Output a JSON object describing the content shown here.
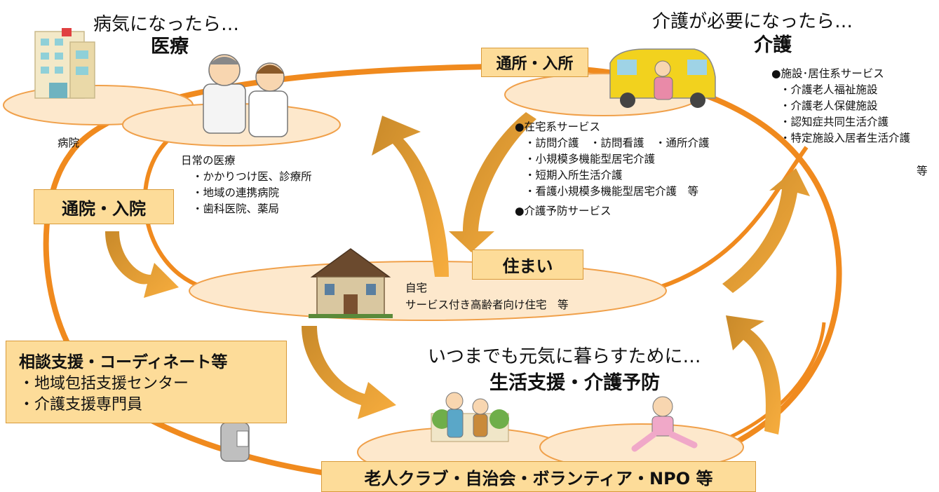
{
  "medical": {
    "heading": "病気になったら…",
    "title": "医療",
    "hospital_label": "病院",
    "daily_heading": "日常の医療",
    "daily_items": [
      "・かかりつけ医、診療所",
      "・地域の連携病院",
      "・歯科医院、薬局"
    ]
  },
  "care": {
    "heading": "介護が必要になったら…",
    "title": "介護",
    "facility_heading": "●施設･居住系サービス",
    "facility_items": [
      "・介護老人福祉施設",
      "・介護老人保健施設",
      "・認知症共同生活介護",
      "・特定施設入居者生活介護"
    ],
    "facility_suffix": "等",
    "home_heading": "●在宅系サービス",
    "home_items": [
      "・訪問介護　・訪問看護　・通所介護",
      "・小規模多機能型居宅介護",
      "・短期入所生活介護",
      "・看護小規模多機能型居宅介護　等"
    ],
    "prevention_heading": "●介護予防サービス"
  },
  "boxes": {
    "commute_facility": "通所・入所",
    "commute_hospital": "通院・入院",
    "housing": "住まい",
    "consult_title": "相談支援・コーディネート等",
    "consult_items": [
      "・地域包括支援センター",
      "・介護支援専門員"
    ],
    "community": "老人クラブ・自治会・ボランティア・NPO 等"
  },
  "housing": {
    "line1": "自宅",
    "line2": "サービス付き高齢者向け住宅　等"
  },
  "living": {
    "heading": "いつまでも元気に暮らすために…",
    "title": "生活支援・介護予防"
  },
  "colors": {
    "ring": "#f08a1e",
    "arrow": "#f6a93b",
    "ellipse_fill": "#fde8cc",
    "ellipse_stroke": "#f0a04a",
    "box_fill": "#fddc99"
  }
}
